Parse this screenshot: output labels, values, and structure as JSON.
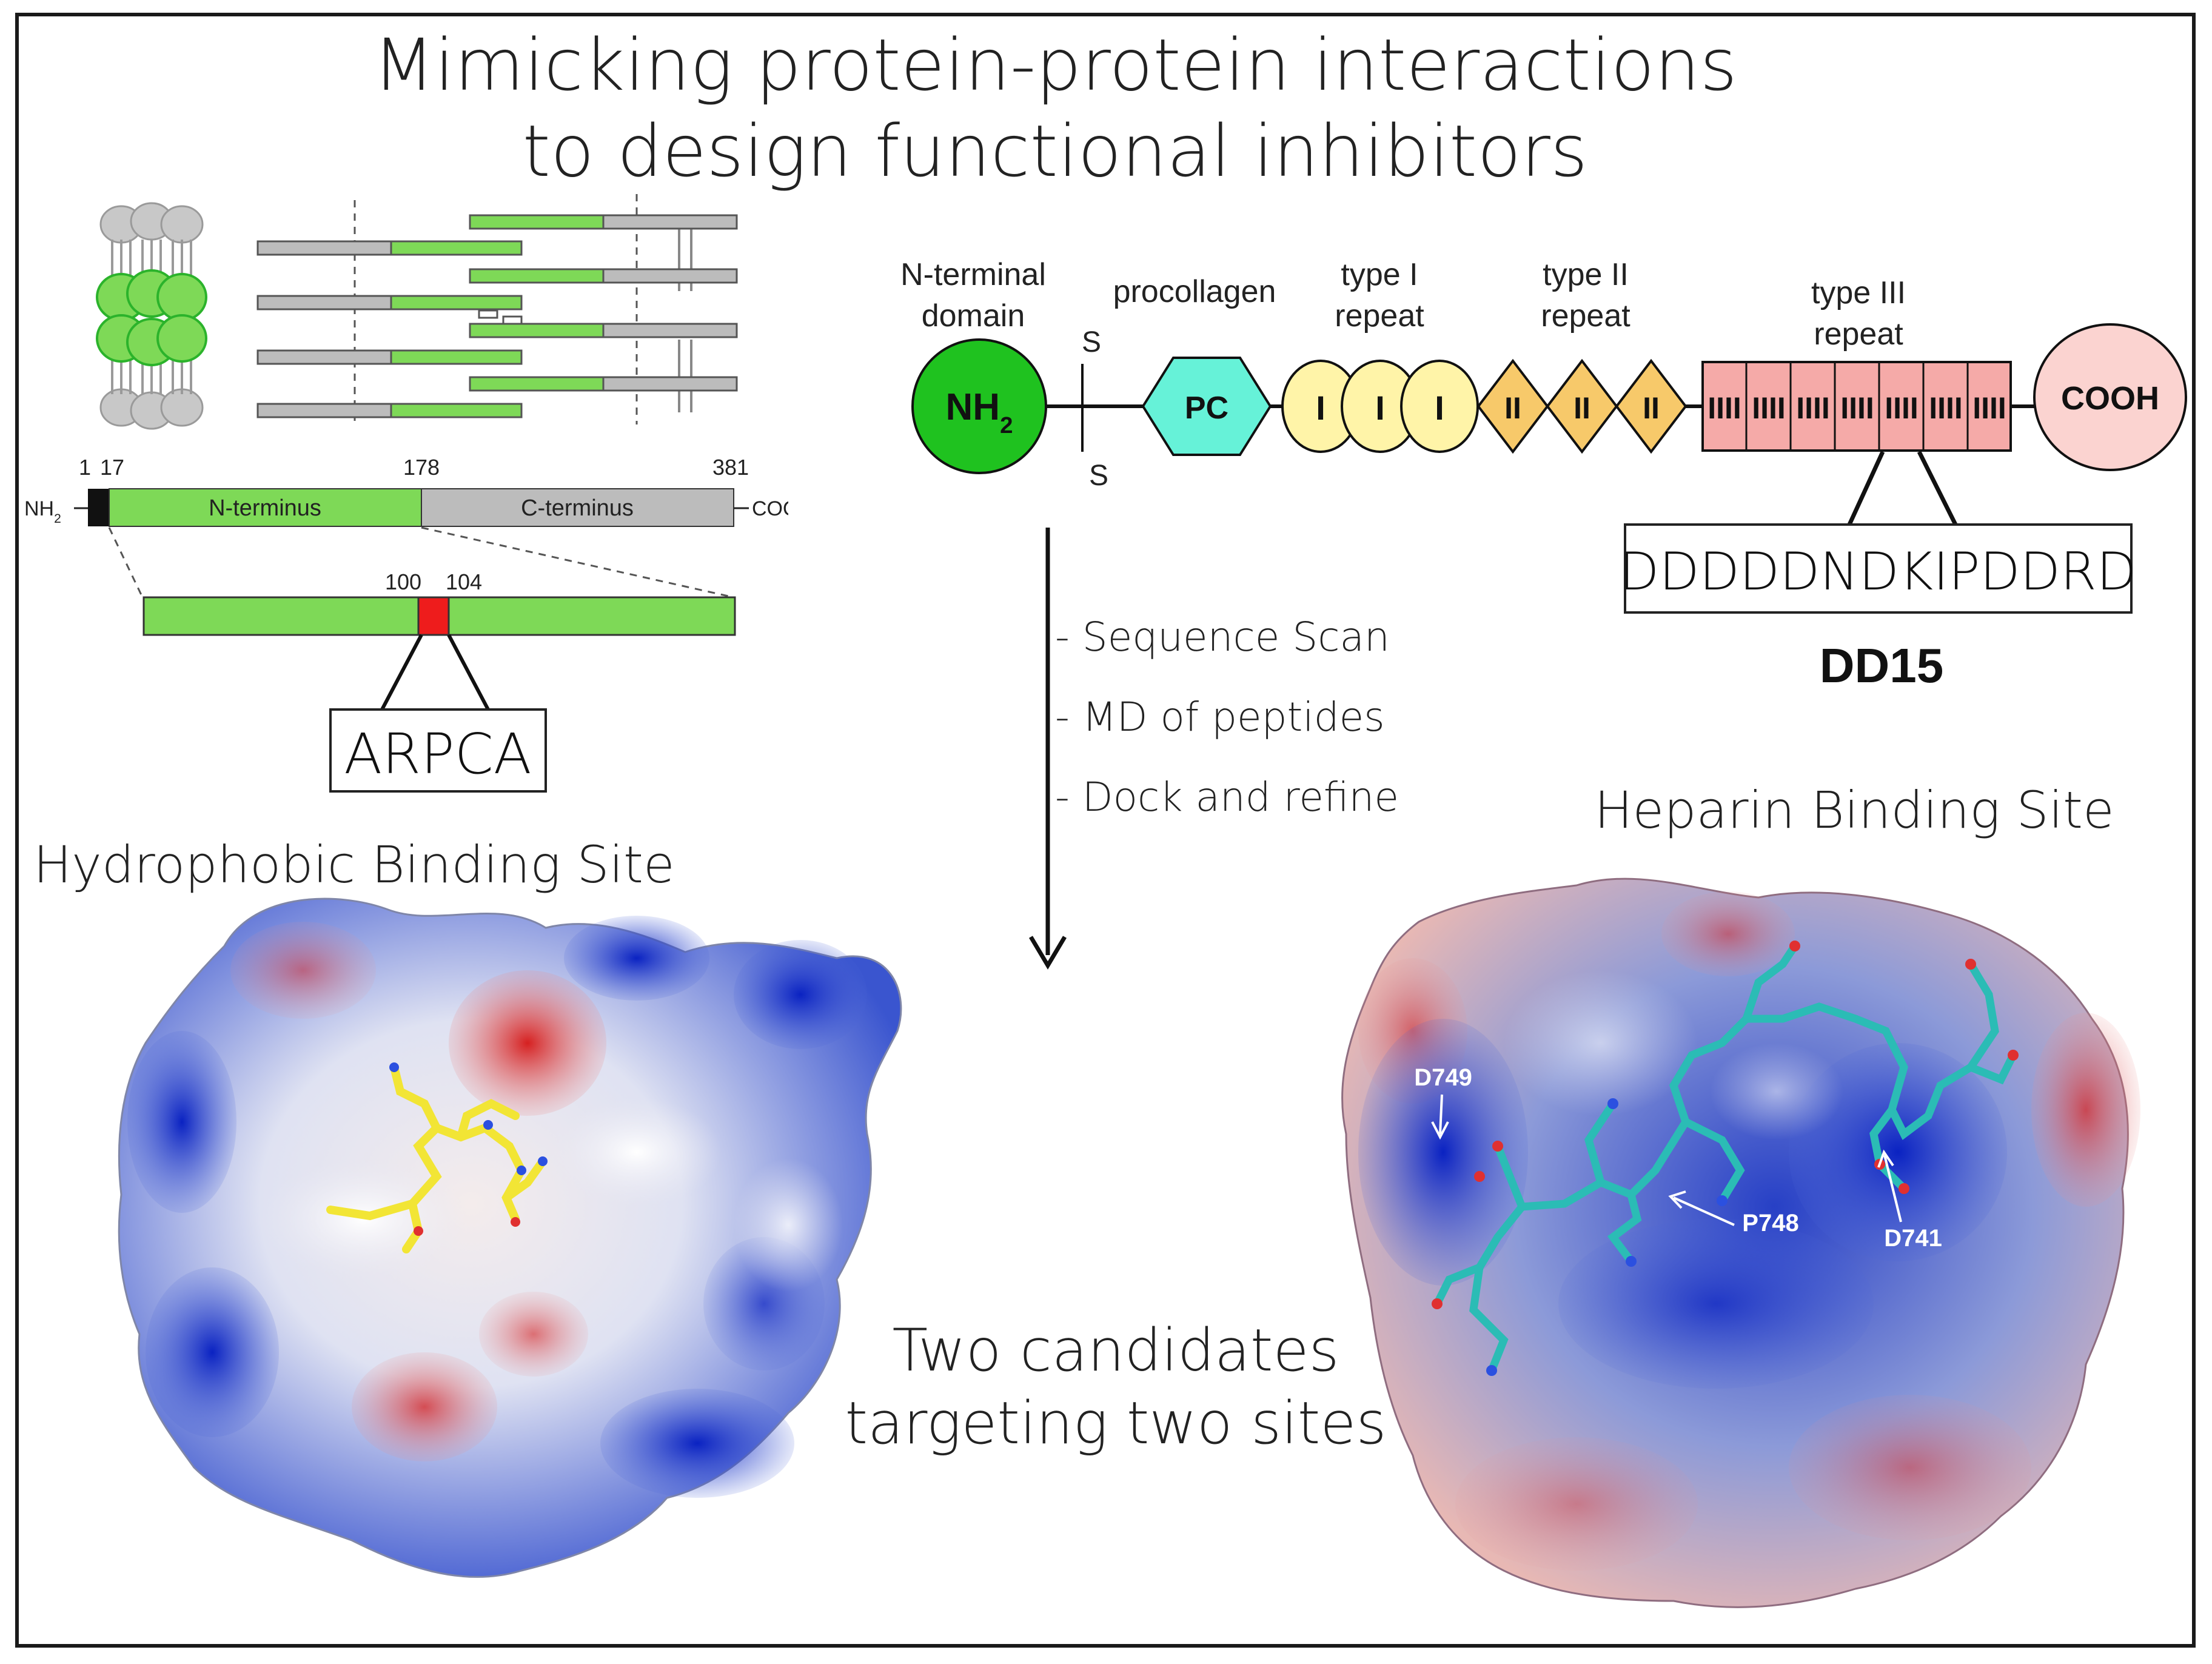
{
  "title": {
    "line1": "Mimicking protein-protein interactions",
    "line2": "to design functional inhibitors"
  },
  "left_diagram": {
    "positions": {
      "p1": "1",
      "p17": "17",
      "p178": "178",
      "p381": "381"
    },
    "nh2_label": "NH2",
    "cooh_label": "COOH",
    "n_terminus": "N-terminus",
    "c_terminus": "C-terminus",
    "sub_positions": {
      "p100": "100",
      "p104": "104"
    },
    "peptide": "ARPCA"
  },
  "right_diagram": {
    "domain_labels": {
      "n_terminal_line1": "N-terminal",
      "n_terminal_line2": "domain",
      "procollagen": "procollagen",
      "type1_line1": "type I",
      "type1_line2": "repeat",
      "type2_line1": "type II",
      "type2_line2": "repeat",
      "type3_line1": "type III",
      "type3_line2": "repeat"
    },
    "nh2": "NH2",
    "s_top": "S",
    "s_bottom": "S",
    "pc": "PC",
    "type1_symbol": "I",
    "type2_symbol": "II",
    "type3_symbol": "IIII",
    "cooh": "COOH",
    "sequence": "DDDDDNDKIPDDRD",
    "peptide_name": "DD15"
  },
  "workflow": {
    "steps": [
      "- Sequence Scan",
      "- MD of peptides",
      "- Dock and refine"
    ]
  },
  "sites": {
    "left_title": "Hydrophobic Binding Site",
    "right_title": "Heparin Binding Site",
    "residues": {
      "d749": "D749",
      "p748": "P748",
      "d741": "D741"
    }
  },
  "conclusion": {
    "line1": "Two candidates",
    "line2": "targeting two sites"
  },
  "colors": {
    "green": "#7ed957",
    "green_dark": "#2bb32b",
    "gray": "#bcbcbc",
    "red": "#ee1c1c",
    "cyan": "#66f2d8",
    "yellow": "#fff4a8",
    "orange": "#f7c96a",
    "pink": "#f5aaa8",
    "cooh_pink": "#fbd3d0",
    "blue_surface": "#1f3fc8",
    "red_surface": "#d23a3a",
    "stick_yellow": "#f2e535",
    "stick_teal": "#2bbcb5"
  }
}
